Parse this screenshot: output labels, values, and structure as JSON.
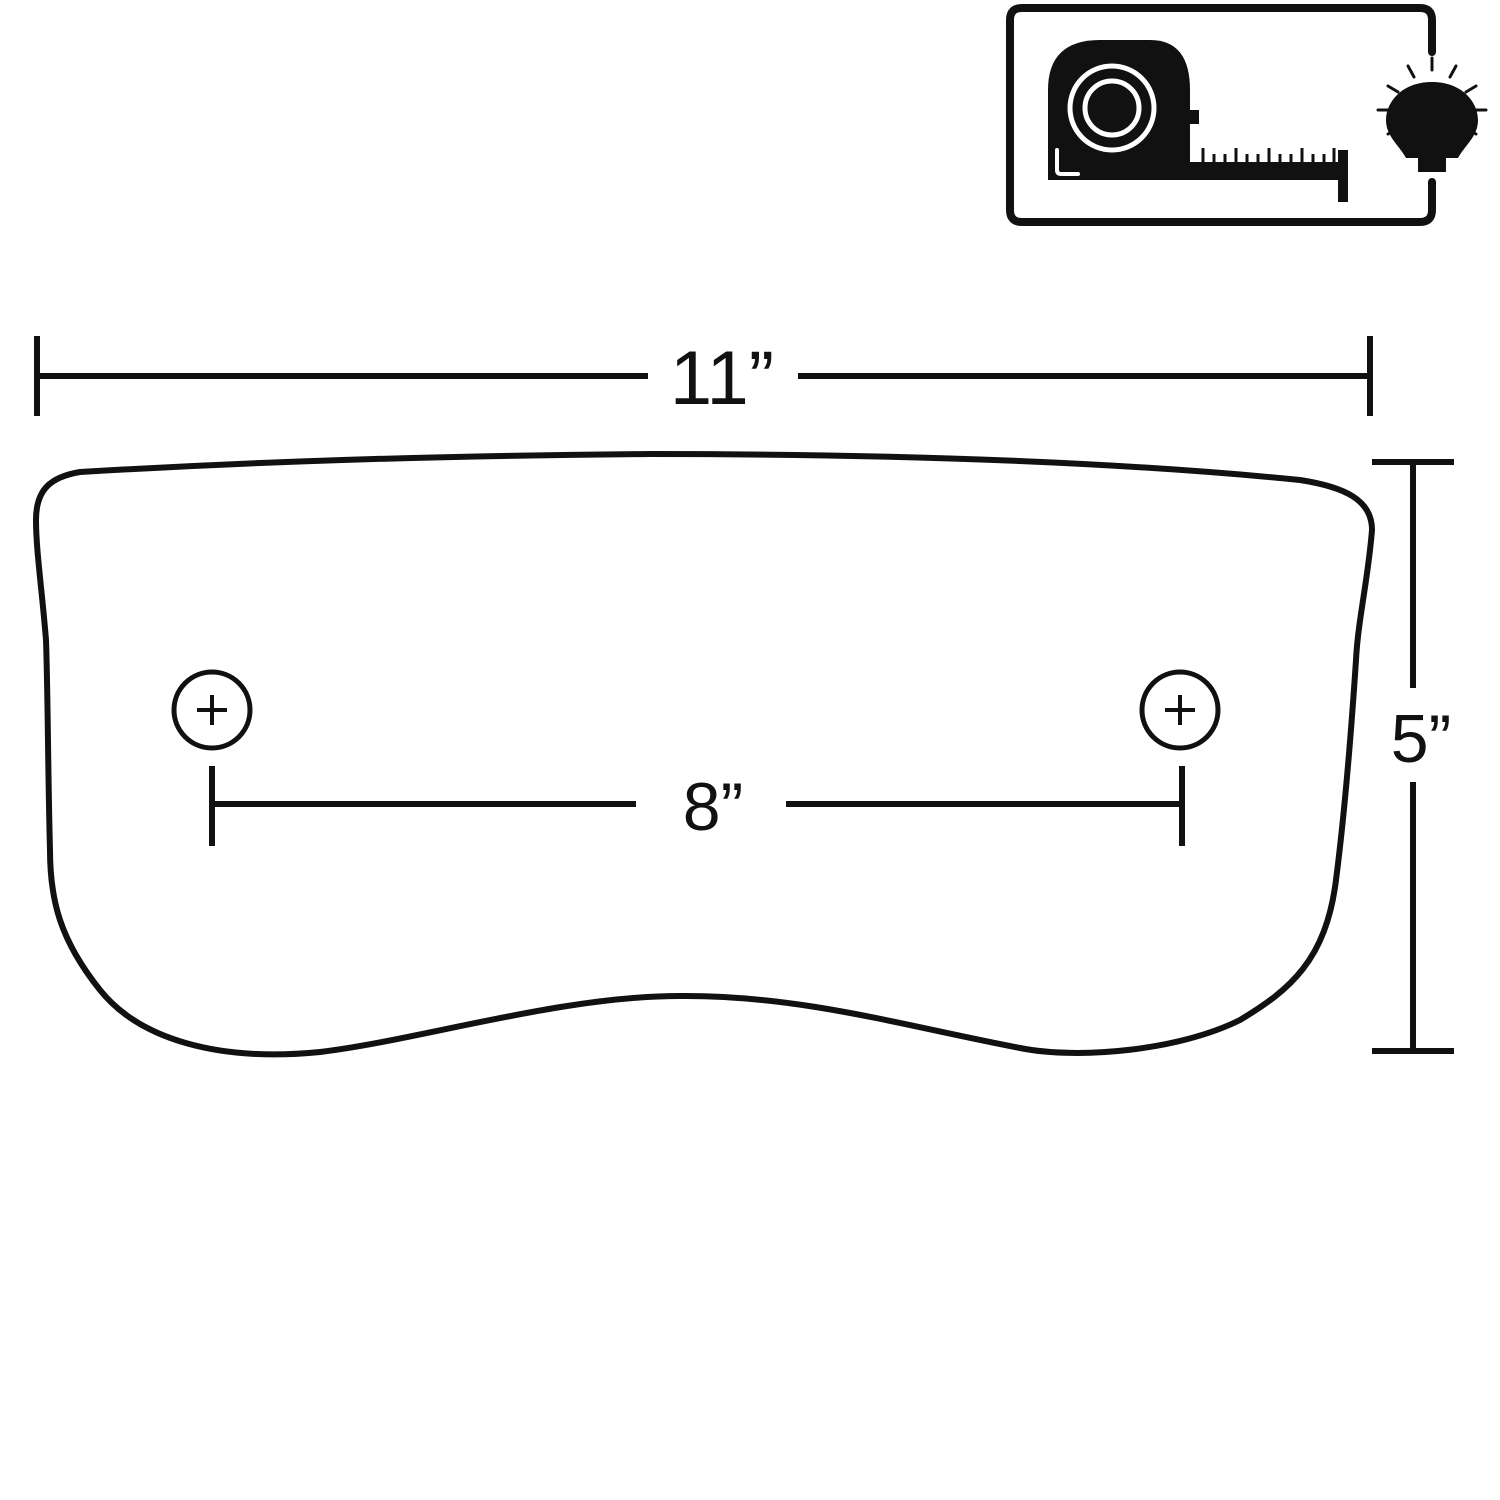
{
  "colors": {
    "ink": "#111111",
    "background": "#ffffff"
  },
  "badge": {
    "tape_icon": "tape-measure-icon",
    "bulb_icon": "lightbulb-icon"
  },
  "dimensions": {
    "width_label": "11”",
    "height_label": "5”",
    "hole_spacing_label": "8”"
  },
  "holes": {
    "icon": "crosshair-circle-icon",
    "count": 2
  }
}
